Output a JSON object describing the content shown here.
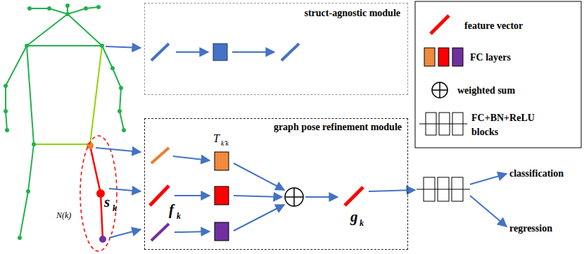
{
  "diagram": {
    "nodes": [
      {
        "text": [
          "struct-agnostic module"
        ]
      },
      {
        "text": [
          "graph pose refinement module"
        ]
      }
    ],
    "labels": [
      "s",
      "k",
      "N(k)",
      "T",
      "k'k",
      "f",
      "k",
      "g",
      "k",
      "classification",
      "regression"
    ],
    "legend": [
      {
        "text": "feature vector"
      },
      {
        "text": "FC layers"
      },
      {
        "text": "weighted sum"
      },
      {
        "text": "FC+BN+ReLU blocks"
      }
    ]
  }
}
